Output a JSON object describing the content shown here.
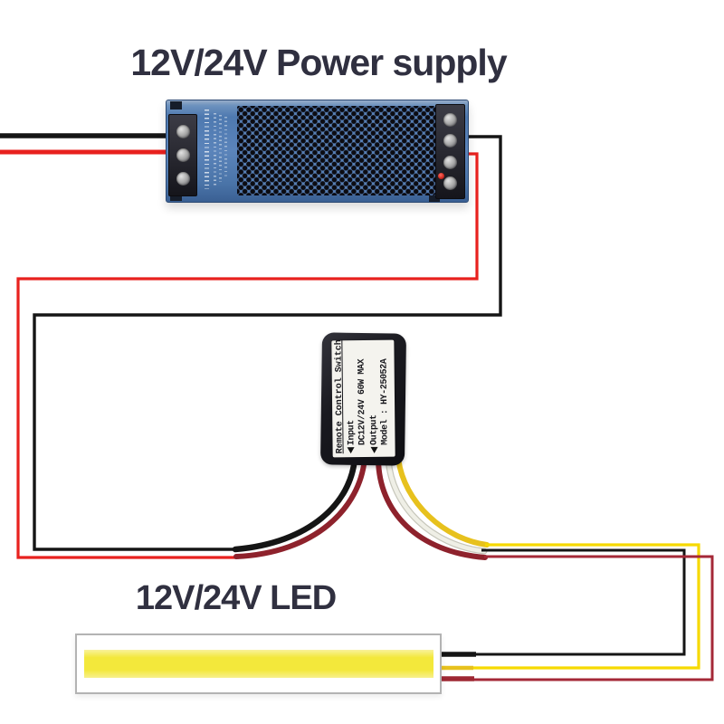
{
  "titles": {
    "power_supply": "12V/24V Power supply",
    "led": "12V/24V LED"
  },
  "module_label": {
    "title": "Remote Control Switch",
    "input_label": "Input",
    "input_spec": "DC12V/24V  60W MAX",
    "output_label": "Output",
    "model": "Model : HY-25052A"
  },
  "colors": {
    "title_text": "#303040",
    "wire_black": "#151515",
    "wire_red": "#e8211e",
    "wire_dark_red": "#8e222c",
    "wire_out_dark_red": "#a42837",
    "wire_led_red_stub": "#9e2833",
    "wire_yellow_thick": "#e7c11d",
    "wire_yellow_thin": "#f6d900",
    "wire_white": "#efefe6",
    "wire_white_edge": "#c6c6ba",
    "psu_blue": "#5b84ba",
    "led_bar_yellow": "#f3e83b"
  }
}
